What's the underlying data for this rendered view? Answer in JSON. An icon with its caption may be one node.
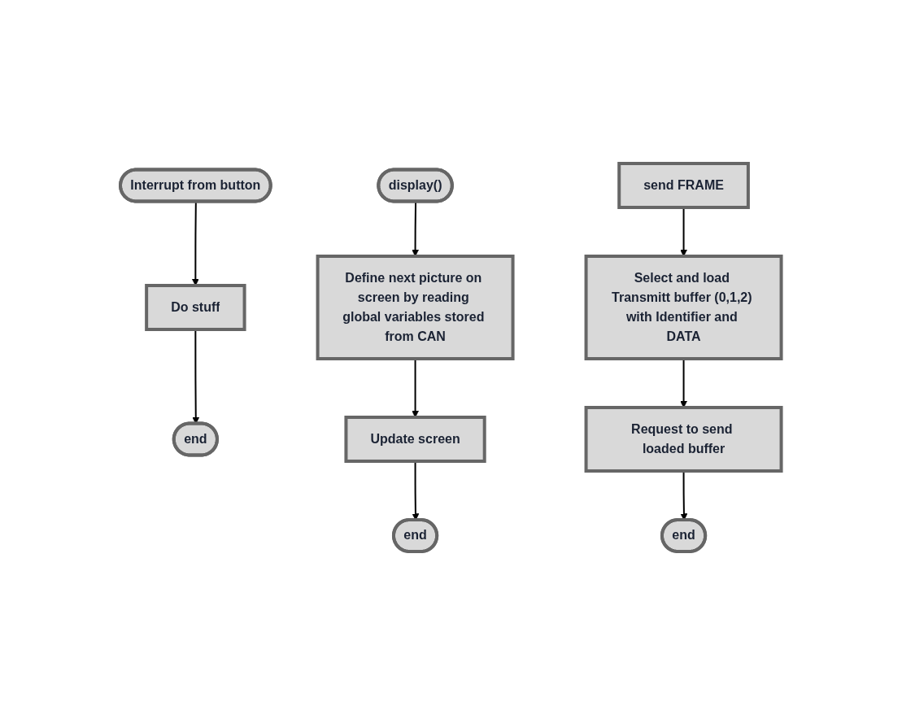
{
  "diagram": {
    "nodes": [
      {
        "text": [
          "Interrupt from button"
        ]
      },
      {
        "text": [
          "Do stuff"
        ]
      },
      {
        "text": [
          "end"
        ]
      },
      {
        "text": [
          "display()"
        ]
      },
      {
        "text": [
          "Define next picture on screen by reading global variables stored from CAN"
        ]
      },
      {
        "text": [
          "Update screen"
        ]
      },
      {
        "text": [
          "end"
        ]
      },
      {
        "text": [
          "send FRAME"
        ]
      },
      {
        "text": [
          "Select and load Transmitt buffer (0,1,2) with Identifier and DATA"
        ]
      },
      {
        "text": [
          "Request to send loaded buffer"
        ]
      },
      {
        "text": [
          "end"
        ]
      }
    ],
    "edges": [
      {
        "from": 0,
        "to": 1,
        "arrow": "to"
      },
      {
        "from": 1,
        "to": 2,
        "arrow": "to"
      },
      {
        "from": 3,
        "to": 4,
        "arrow": "to"
      },
      {
        "from": 4,
        "to": 5,
        "arrow": "to"
      },
      {
        "from": 5,
        "to": 6,
        "arrow": "to"
      },
      {
        "from": 7,
        "to": 8,
        "arrow": "to"
      },
      {
        "from": 8,
        "to": 9,
        "arrow": "to"
      },
      {
        "from": 9,
        "to": 10,
        "arrow": "to"
      }
    ]
  }
}
